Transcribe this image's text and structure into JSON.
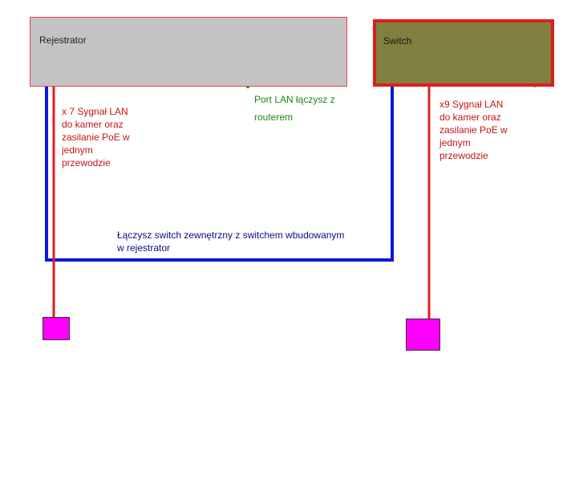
{
  "nodes": {
    "rejestrator": {
      "label": "Rejestrator"
    },
    "switch": {
      "label": "Switch"
    }
  },
  "notes": {
    "left_cameras": "x 7 Sygnał LAN\ndo kamer oraz\nzasilanie PoE w\njednym\nprzewodzie",
    "right_cameras": "x9  Sygnał LAN\ndo kamer oraz\nzasilanie PoE w\njednym\nprzewodzie",
    "lan_port": "Port LAN łączysz z\nrouterem",
    "switch_link": "Łączysz switch zewnętrzny z switchem wbudowanym\nw rejestrator"
  },
  "colors": {
    "rejestrator_fill": "#c3c3c3",
    "switch_fill": "#808040",
    "poe_cable": "#e11c1c",
    "link_cable": "#0a18e0",
    "lan_port": "#1a8a1a",
    "camera": "#ff00ff"
  }
}
